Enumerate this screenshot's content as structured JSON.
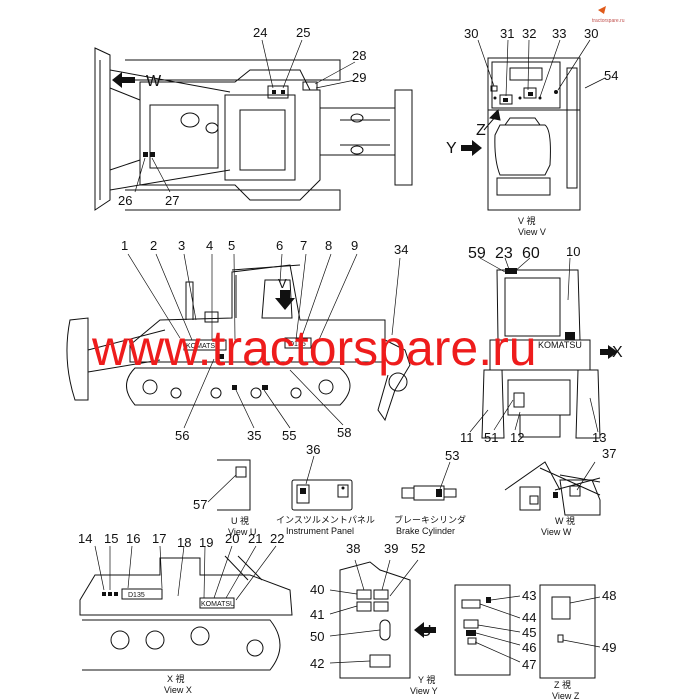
{
  "watermark": "www.tractorspare.ru",
  "brand_text": "tractorspare.ru",
  "view_top": {
    "letter": "W",
    "callouts": [
      "24",
      "25",
      "28",
      "29",
      "26",
      "27"
    ]
  },
  "view_v": {
    "callouts": [
      "30",
      "31",
      "32",
      "33",
      "30",
      "54"
    ],
    "arrow_y": "Y",
    "arrow_z": "Z",
    "caption_jp": "V 視",
    "caption_en": "View V"
  },
  "view_side": {
    "callouts": [
      "1",
      "2",
      "3",
      "4",
      "5",
      "6",
      "7",
      "8",
      "9",
      "34",
      "56",
      "35",
      "55",
      "58"
    ],
    "label_v": "V",
    "decal_left": "KOMATSU",
    "decal_mid": "D135"
  },
  "view_x_front": {
    "callouts": [
      "59",
      "23",
      "60",
      "10",
      "11",
      "51",
      "12",
      "13"
    ],
    "arrow_x": "X",
    "decal": "KOMATSU"
  },
  "view_u_small": {
    "callout": "57",
    "caption_jp": "U 視",
    "caption_en": "View U"
  },
  "instrument_panel": {
    "callout": "36",
    "caption_jp": "インスツルメントパネル",
    "caption_en": "Instrument Panel"
  },
  "brake_cylinder": {
    "callout": "53",
    "caption_jp": "ブレーキシリンダ",
    "caption_en": "Brake Cylinder"
  },
  "view_w": {
    "callout": "37",
    "caption_jp": "W 視",
    "caption_en": "View W"
  },
  "view_x_side": {
    "callouts": [
      "14",
      "15",
      "16",
      "17",
      "18",
      "19",
      "20",
      "21",
      "22"
    ],
    "decal_mid": "D135",
    "decal_right": "KOMATSU",
    "caption_jp": "X 視",
    "caption_en": "View X"
  },
  "view_y": {
    "callouts": [
      "38",
      "39",
      "52",
      "40",
      "41",
      "50",
      "42"
    ],
    "caption_jp": "Y 視",
    "caption_en": "View Y"
  },
  "view_u_panel": {
    "callouts": [
      "43",
      "44",
      "45",
      "46",
      "47"
    ],
    "arrow_u": "U"
  },
  "view_z": {
    "callouts": [
      "48",
      "49"
    ],
    "caption_jp": "Z 視",
    "caption_en": "View Z"
  }
}
